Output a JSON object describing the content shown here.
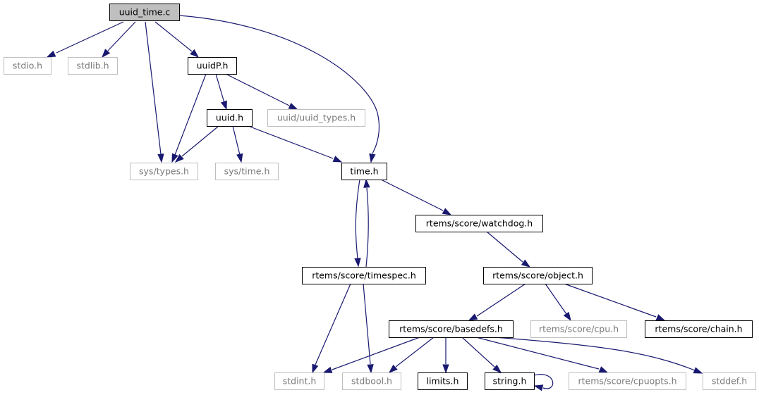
{
  "nodes": [
    {
      "id": "uuid_time",
      "label": "uuid_time.c",
      "kind": "root"
    },
    {
      "id": "stdio",
      "label": "stdio.h",
      "kind": "external"
    },
    {
      "id": "stdlib",
      "label": "stdlib.h",
      "kind": "external"
    },
    {
      "id": "uuidP",
      "label": "uuidP.h",
      "kind": "documented"
    },
    {
      "id": "uuid",
      "label": "uuid.h",
      "kind": "documented"
    },
    {
      "id": "uuid_types",
      "label": "uuid/uuid_types.h",
      "kind": "external"
    },
    {
      "id": "sys_types",
      "label": "sys/types.h",
      "kind": "external"
    },
    {
      "id": "sys_time",
      "label": "sys/time.h",
      "kind": "external"
    },
    {
      "id": "time",
      "label": "time.h",
      "kind": "documented"
    },
    {
      "id": "watchdog",
      "label": "rtems/score/watchdog.h",
      "kind": "documented"
    },
    {
      "id": "timespec",
      "label": "rtems/score/timespec.h",
      "kind": "documented"
    },
    {
      "id": "object",
      "label": "rtems/score/object.h",
      "kind": "documented"
    },
    {
      "id": "basedefs",
      "label": "rtems/score/basedefs.h",
      "kind": "documented"
    },
    {
      "id": "cpu",
      "label": "rtems/score/cpu.h",
      "kind": "external"
    },
    {
      "id": "chain",
      "label": "rtems/score/chain.h",
      "kind": "documented"
    },
    {
      "id": "stdint",
      "label": "stdint.h",
      "kind": "external"
    },
    {
      "id": "stdbool",
      "label": "stdbool.h",
      "kind": "external"
    },
    {
      "id": "limits",
      "label": "limits.h",
      "kind": "documented"
    },
    {
      "id": "string",
      "label": "string.h",
      "kind": "documented"
    },
    {
      "id": "cpuopts",
      "label": "rtems/score/cpuopts.h",
      "kind": "external"
    },
    {
      "id": "stddef",
      "label": "stddef.h",
      "kind": "external"
    }
  ],
  "edges": [
    {
      "from": "uuid_time",
      "to": "stdio"
    },
    {
      "from": "uuid_time",
      "to": "stdlib"
    },
    {
      "from": "uuid_time",
      "to": "uuidP"
    },
    {
      "from": "uuid_time",
      "to": "sys_types"
    },
    {
      "from": "uuid_time",
      "to": "time"
    },
    {
      "from": "uuidP",
      "to": "uuid"
    },
    {
      "from": "uuidP",
      "to": "uuid_types"
    },
    {
      "from": "uuidP",
      "to": "sys_types"
    },
    {
      "from": "uuid",
      "to": "sys_types"
    },
    {
      "from": "uuid",
      "to": "sys_time"
    },
    {
      "from": "uuid",
      "to": "time"
    },
    {
      "from": "time",
      "to": "timespec"
    },
    {
      "from": "time",
      "to": "watchdog"
    },
    {
      "from": "timespec",
      "to": "time"
    },
    {
      "from": "timespec",
      "to": "stdint"
    },
    {
      "from": "timespec",
      "to": "stdbool"
    },
    {
      "from": "watchdog",
      "to": "object"
    },
    {
      "from": "object",
      "to": "basedefs"
    },
    {
      "from": "object",
      "to": "cpu"
    },
    {
      "from": "object",
      "to": "chain"
    },
    {
      "from": "basedefs",
      "to": "stdint"
    },
    {
      "from": "basedefs",
      "to": "stdbool"
    },
    {
      "from": "basedefs",
      "to": "limits"
    },
    {
      "from": "basedefs",
      "to": "string"
    },
    {
      "from": "basedefs",
      "to": "cpuopts"
    },
    {
      "from": "basedefs",
      "to": "stddef"
    },
    {
      "from": "string",
      "to": "string"
    }
  ],
  "colors": {
    "edge": "#191970",
    "root_fill": "#bfbfbf",
    "node_border": "#000000",
    "external_border": "#bfbfbf",
    "external_text": "#7a7a7a"
  }
}
